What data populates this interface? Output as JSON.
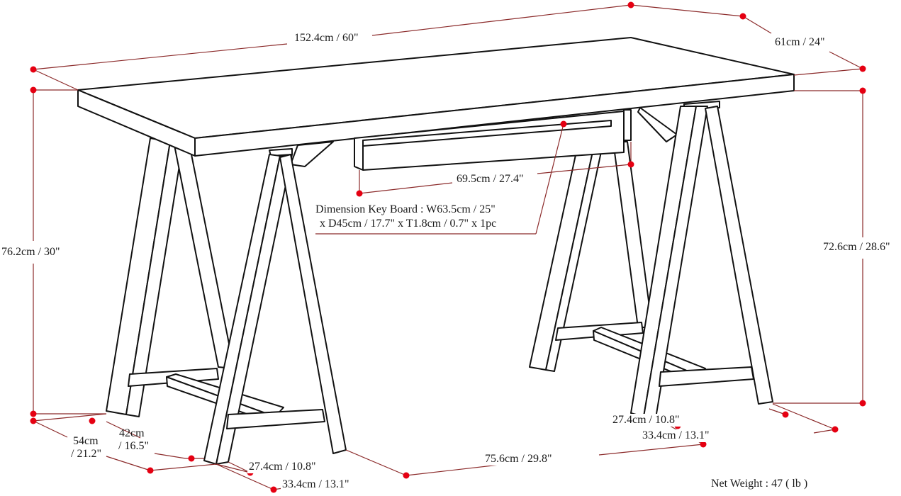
{
  "diagram": {
    "subject": "Sawhorse desk with keyboard tray",
    "colors": {
      "outline": "#111111",
      "dimension_line": "#8b2a2a",
      "dimension_dot": "#e50012",
      "background": "#ffffff"
    },
    "dimensions": {
      "top_length": "152.4cm / 60\"",
      "top_depth": "61cm / 24\"",
      "overall_height": "76.2cm / 30\"",
      "clearance_height": "72.6cm / 28.6\"",
      "tray_width": "69.5cm / 27.4\"",
      "base_depth_outer": "54cm",
      "base_depth_outer_in": "/ 21.2\"",
      "base_depth_inner": "42cm",
      "base_depth_inner_in": "/ 16.5\"",
      "left_leg_inner": "27.4cm / 10.8\"",
      "left_leg_outer": "33.4cm / 13.1\"",
      "between_bases": "75.6cm / 29.8\"",
      "right_leg_inner": "27.4cm / 10.8\"",
      "right_leg_outer": "33.4cm / 13.1\""
    },
    "keyboard_note": {
      "line1": "Dimension Key Board : W63.5cm / 25\"",
      "line2": "x D45cm / 17.7\" x T1.8cm / 0.7\" x 1pc"
    },
    "net_weight": "Net Weight : 47 ( lb )"
  }
}
